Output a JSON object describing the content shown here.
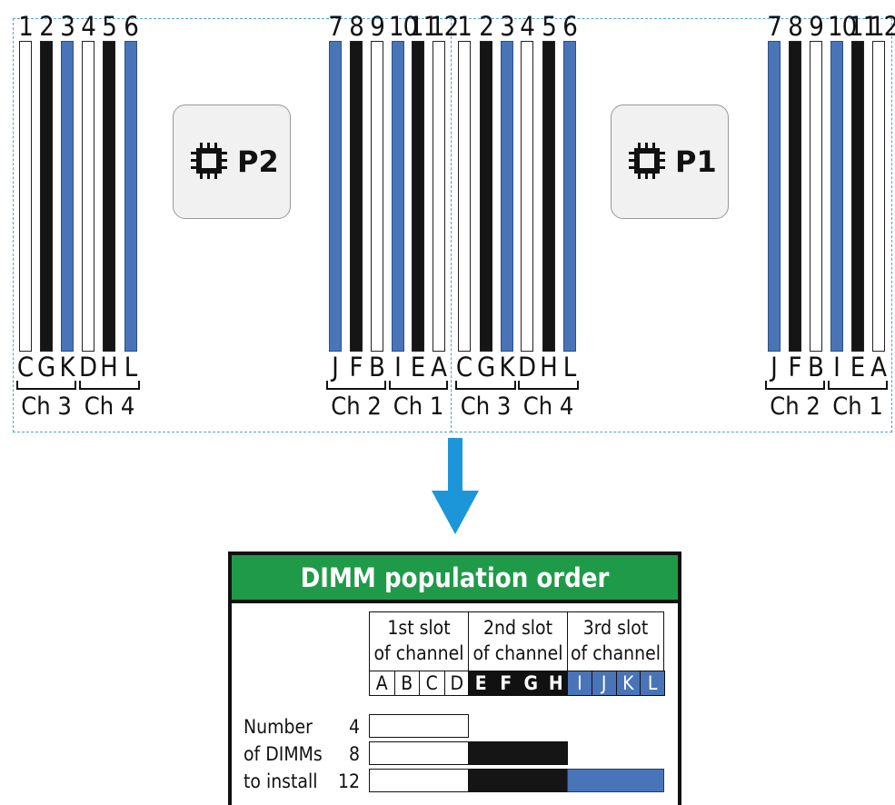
{
  "processors": [
    {
      "label": "P2",
      "slot_numbers": [
        "1",
        "2",
        "3",
        "4",
        "5",
        "6",
        "7",
        "8",
        "9",
        "10",
        "11",
        "12"
      ],
      "slot_letters": [
        "C",
        "G",
        "K",
        "D",
        "H",
        "L",
        "J",
        "F",
        "B",
        "I",
        "E",
        "A"
      ],
      "slot_colors": [
        "white",
        "black",
        "blue",
        "white",
        "black",
        "blue",
        "blue",
        "black",
        "white",
        "blue",
        "black",
        "white"
      ],
      "channels": [
        "Ch 3",
        "Ch 4",
        "Ch 2",
        "Ch 1"
      ]
    },
    {
      "label": "P1",
      "slot_numbers": [
        "1",
        "2",
        "3",
        "4",
        "5",
        "6",
        "7",
        "8",
        "9",
        "10",
        "11",
        "12"
      ],
      "slot_letters": [
        "C",
        "G",
        "K",
        "D",
        "H",
        "L",
        "J",
        "F",
        "B",
        "I",
        "E",
        "A"
      ],
      "slot_colors": [
        "white",
        "black",
        "blue",
        "white",
        "black",
        "blue",
        "blue",
        "black",
        "white",
        "blue",
        "black",
        "white"
      ],
      "channels": [
        "Ch 3",
        "Ch 4",
        "Ch 2",
        "Ch 1"
      ]
    }
  ],
  "colors": {
    "blue": "#4a74b8",
    "black": "#151515",
    "white": "#ffffff",
    "green": "#1f9a49",
    "arrow": "#1c96d9",
    "dashed": "#4ea3dd"
  },
  "population": {
    "title": "DIMM population order",
    "columns": [
      {
        "line1": "1st slot",
        "line2": "of channel",
        "letters": [
          "A",
          "B",
          "C",
          "D"
        ],
        "color": "white"
      },
      {
        "line1": "2nd slot",
        "line2": "of channel",
        "letters": [
          "E",
          "F",
          "G",
          "H"
        ],
        "color": "black"
      },
      {
        "line1": "3rd slot",
        "line2": "of channel",
        "letters": [
          "I",
          "J",
          "K",
          "L"
        ],
        "color": "blue"
      }
    ],
    "row_label": [
      "Number",
      "of DIMMs",
      "to install"
    ],
    "rows": [
      {
        "count": "4",
        "filled_columns": 1
      },
      {
        "count": "8",
        "filled_columns": 2
      },
      {
        "count": "12",
        "filled_columns": 3
      }
    ]
  }
}
